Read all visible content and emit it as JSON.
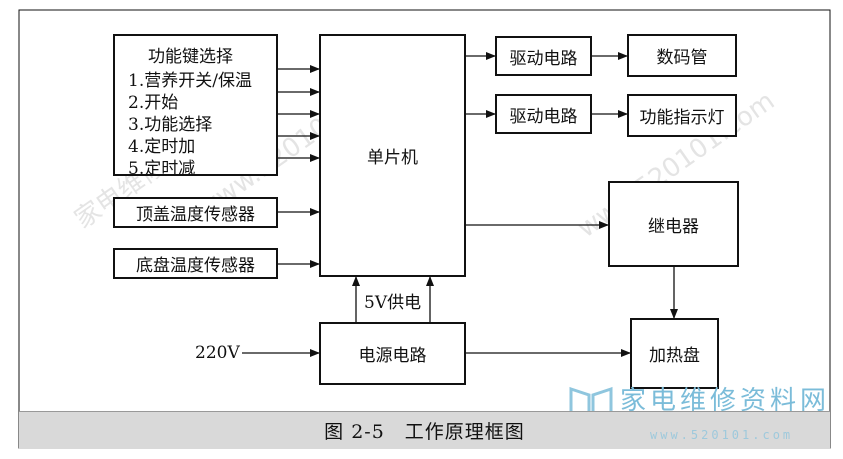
{
  "blocks": {
    "keys": {
      "title": "功能键选择",
      "items": [
        "1.营养开关/保温",
        "2.开始",
        "3.功能选择",
        "4.定时加",
        "5.定时减"
      ]
    },
    "top_sensor": "顶盖温度传感器",
    "bottom_sensor": "底盘温度传感器",
    "mcu": "单片机",
    "driver1": "驱动电路",
    "driver2": "驱动电路",
    "digit_tube": "数码管",
    "indicator": "功能指示灯",
    "relay": "继电器",
    "heater": "加热盘",
    "power": "电源电路",
    "supply_label": "5V供电",
    "input_label": "220V"
  },
  "caption": "图 2-5　工作原理框图",
  "watermark": {
    "logo_text": "家电维修资料网",
    "url": "www.520101.com"
  },
  "colors": {
    "line": "#111111",
    "caption_bg": "#d9d9d9",
    "logo": "#7bbcd9"
  }
}
